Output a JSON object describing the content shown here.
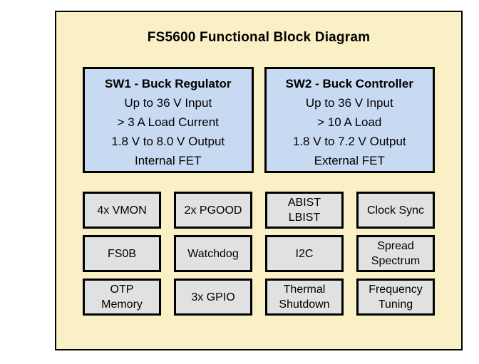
{
  "diagram": {
    "title": "FS5600 Functional Block Diagram",
    "colors": {
      "canvas_background": "#FAF0C6",
      "switcher_block": "#C8DAF2",
      "feature_block": "#DFE1E2",
      "border": "#000000",
      "page_background": "#FFFFFF"
    },
    "switchers": [
      {
        "heading": "SW1 - Buck Regulator",
        "lines": [
          "Up to 36 V Input",
          "> 3 A Load Current",
          "1.8 V to 8.0 V Output",
          "Internal FET"
        ]
      },
      {
        "heading": "SW2 - Buck Controller",
        "lines": [
          "Up to 36 V Input",
          "> 10 A Load",
          "1.8 V to 7.2 V Output",
          "External FET"
        ]
      }
    ],
    "features": [
      {
        "label": "4x VMON"
      },
      {
        "label": "2x PGOOD"
      },
      {
        "label": "ABIST\nLBIST"
      },
      {
        "label": "Clock Sync"
      },
      {
        "label": "FS0B"
      },
      {
        "label": "Watchdog"
      },
      {
        "label": "I2C"
      },
      {
        "label": "Spread\nSpectrum"
      },
      {
        "label": "OTP\nMemory"
      },
      {
        "label": "3x GPIO"
      },
      {
        "label": "Thermal\nShutdown"
      },
      {
        "label": "Frequency\nTuning"
      }
    ]
  }
}
